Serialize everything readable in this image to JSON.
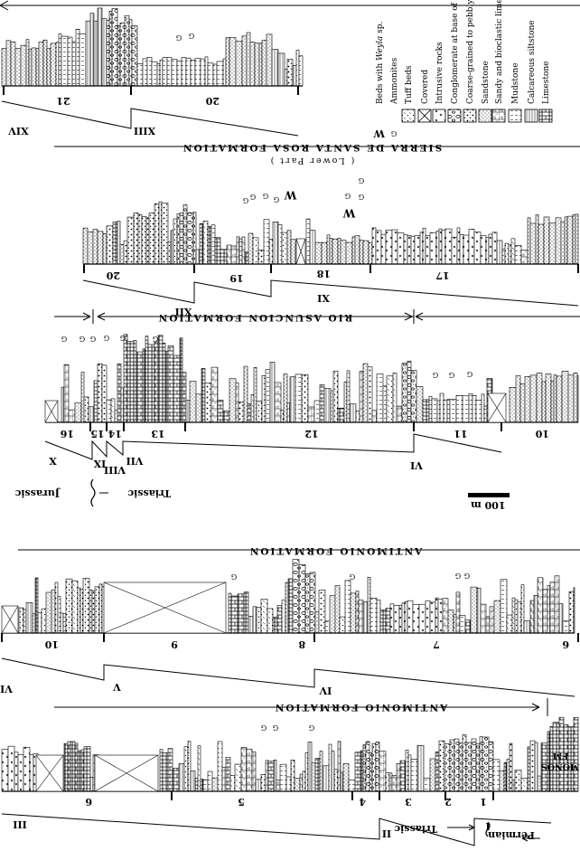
{
  "formations": [
    {
      "id": "sierra",
      "name": "SIERRA DE SANTA ROSA FORMATION",
      "sub": "( Lower Part )"
    },
    {
      "id": "rio",
      "name": "RIO ASUNCION FORMATION"
    },
    {
      "id": "antimonio1",
      "name": "ANTIMONIO FORMATION"
    },
    {
      "id": "antimonio2",
      "name": "ANTIMONIO FORMATION"
    }
  ],
  "monos": [
    "MONOS",
    "FM"
  ],
  "systems": {
    "permian": "Permian",
    "triassic": "Triassic",
    "jurassic": "Jurassic",
    "triassic_upper": "Triassic"
  },
  "scale_label": "100 m",
  "ammonite_symbol": "G",
  "weyla_symbol": "W",
  "legend": [
    {
      "pattern": "weyla",
      "label": "Beds with",
      "italic": "Weyla",
      "suffix": " sp."
    },
    {
      "pattern": "ammonite",
      "label": "Ammonites"
    },
    {
      "pattern": "tuff",
      "label": "Tuff beds"
    },
    {
      "pattern": "covered",
      "label": "Covered"
    },
    {
      "pattern": "intrusive",
      "label": "Intrusive rocks"
    },
    {
      "pattern": "conglomerate",
      "label": "Conglomerate at base of sequence"
    },
    {
      "pattern": "coarse",
      "label": "Coarse-grained to pebbly sandstone"
    },
    {
      "pattern": "sandstone",
      "label": "Sandstone"
    },
    {
      "pattern": "sandylime",
      "label": "Sandy and bioclastic limestone"
    },
    {
      "pattern": "mudstone",
      "label": "Mudstone"
    },
    {
      "pattern": "calcsilt",
      "label": "Calcareous siltstone"
    },
    {
      "pattern": "limestone",
      "label": "Limestone"
    }
  ],
  "rows": [
    {
      "id": "r1",
      "units": [
        "21",
        "20"
      ],
      "sequences": [
        "XIV",
        "XIII"
      ]
    },
    {
      "id": "r2",
      "units": [
        "20",
        "19",
        "18",
        "17"
      ],
      "sequences": [
        "XII",
        "XI"
      ]
    },
    {
      "id": "r3",
      "units": [
        "16",
        "15",
        "14",
        "13",
        "12",
        "11",
        "10"
      ],
      "sequences": [
        "X",
        "IX",
        "VIII",
        "VII",
        "VI"
      ]
    },
    {
      "id": "r4",
      "units": [
        "10",
        "9",
        "8",
        "7",
        "6"
      ],
      "sequences": [
        "VI",
        "V",
        "IV"
      ]
    },
    {
      "id": "r5",
      "units": [
        "6",
        "5",
        "4",
        "3",
        "2",
        "1"
      ],
      "sequences": [
        "III",
        "II",
        "I"
      ]
    }
  ]
}
